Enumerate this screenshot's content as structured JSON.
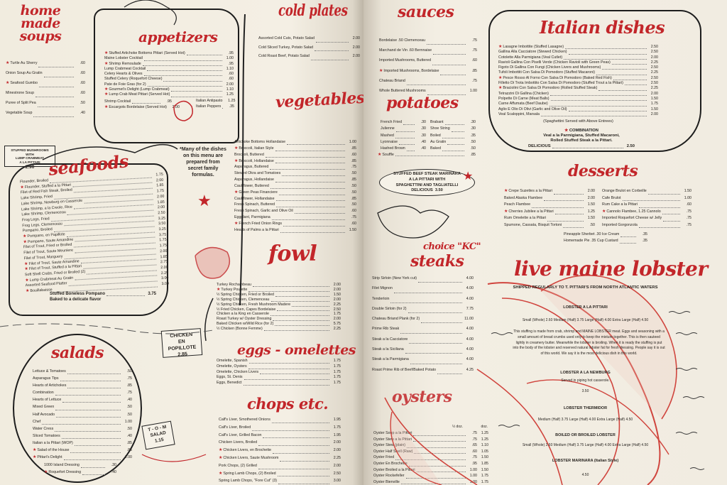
{
  "colors": {
    "accent": "#c2262a",
    "ink": "#2a2622",
    "paper": "#f1ece1"
  },
  "soups": {
    "title": "home made soups",
    "items": [
      {
        "n": "Turtle Au Sherry",
        "p": ".60",
        "s": true
      },
      {
        "n": "Onion Soup Au Gratin",
        "p": ".60"
      },
      {
        "n": "Seafood Gumbo",
        "p": ".60",
        "s": true
      },
      {
        "n": "Minestrone Soup",
        "p": ".60"
      },
      {
        "n": "Puree of Split Pea",
        "p": ".50"
      },
      {
        "n": "Vegetable Soup",
        "p": ".40"
      }
    ]
  },
  "appetizers": {
    "title": "appetizers",
    "items": [
      {
        "n": "Stuffed Artichoke Bottoms Pittari (Served Hot)",
        "p": ".95",
        "s": true
      },
      {
        "n": "Maine Lobster Cocktail",
        "p": "1.00"
      },
      {
        "n": "Shrimp Remoulade",
        "p": ".95",
        "s": true
      },
      {
        "n": "Lump Crabmeat Cocktail",
        "p": "1.10"
      },
      {
        "n": "Celery Hearts & Olives",
        "p": ".60"
      },
      {
        "n": "Stuffed Celery (Roquefort Cheese)",
        "p": ".60"
      },
      {
        "n": "Pate de Foie Gras (for 2)",
        "p": "2.00"
      },
      {
        "n": "Gourmet's Delight (Lump Crabmeat)",
        "p": "1.10",
        "s": true
      },
      {
        "n": "Lump Crab Meat Pittari (Served Hot)",
        "p": "1.25",
        "s": true
      }
    ],
    "extra": [
      {
        "n": "Shrimp Cocktail",
        "p": ".95"
      },
      {
        "n": "Escargots Bordelaise (Served Hot)",
        "p": "2.00",
        "s": true
      }
    ],
    "italian": [
      {
        "n": "Italian Antipasto",
        "p": "1.25"
      },
      {
        "n": "Italian Peppers",
        "p": ".35"
      }
    ]
  },
  "stuffed_mushrooms": {
    "line1": "STUFFED MUSHROOMS WITH",
    "line2": "LUMP CRABMEAT",
    "line3": "A LA PITTARI",
    "price": "2.90"
  },
  "seafoods": {
    "title": "seafoods",
    "items": [
      {
        "n": "Flounder, Broiled",
        "p": "1.75"
      },
      {
        "n": "Flounder, Stuffed a la Pittari",
        "p": "2.00",
        "s": true
      },
      {
        "n": "Filet of Red Fish Steak, Broiled",
        "p": "1.85"
      },
      {
        "n": "Lake Shrimp, Fried",
        "p": "1.75"
      },
      {
        "n": "Lake Shrimp, Newburg en Casserole",
        "p": "2.00"
      },
      {
        "n": "Lake Shrimp, a la Creole, Rice",
        "p": "1.85"
      },
      {
        "n": "Lake Shrimp, Clemenceau",
        "p": "2.00"
      },
      {
        "n": "Frog Legs, Fried",
        "p": "2.50"
      },
      {
        "n": "Frog Legs, Clemenceau",
        "p": "3.25"
      },
      {
        "n": "Pompano, Broiled",
        "p": "3.50"
      },
      {
        "n": "Pompano, en Papillote",
        "p": "3.25",
        "s": true
      },
      {
        "n": "Pompano, Saute Amandine",
        "p": "3.75",
        "s": true
      },
      {
        "n": "Filet of Trout, Fried or Broiled",
        "p": "1.75"
      },
      {
        "n": "Filet of Trout, Saute Meuniere",
        "p": "1.75"
      },
      {
        "n": "Filet of Trout, Marguery",
        "p": "2.00"
      },
      {
        "n": "Filet of Trout, Saute Amandine",
        "p": "1.85",
        "s": true
      },
      {
        "n": "Filet of Trout, Stuffed a la Pittari",
        "p": "2.75",
        "s": true
      },
      {
        "n": "Soft Shell Crabs, Fried or Broiled (2)",
        "p": "2.00"
      },
      {
        "n": "Lump Crabmeat Au Gratin",
        "p": "2.25",
        "s": true
      },
      {
        "n": "Assorted Seafood Platter",
        "p": "3.00"
      },
      {
        "n": "Bouillabaisse",
        "p": "3.00",
        "s": true
      }
    ]
  },
  "pompano_special": {
    "line1": "Stuffed Boneless Pompano",
    "line2": "Baked to a delicate flavor",
    "price": "3.75"
  },
  "note": "*Many of the dishes on this menu are prepared from secret family formulas.",
  "salads": {
    "title": "salads",
    "items": [
      {
        "n": "Lettuce & Tomatoes",
        "p": ".50"
      },
      {
        "n": "Asparagus Tips",
        "p": ".75"
      },
      {
        "n": "Hearts of Artichokes",
        "p": ".85"
      },
      {
        "n": "Combination",
        "p": ".75"
      },
      {
        "n": "Hearts of Lettuce",
        "p": ".40"
      },
      {
        "n": "Mixed Green",
        "p": ".50"
      },
      {
        "n": "Half Avocado",
        "p": ".50"
      },
      {
        "n": "Chef",
        "p": "1.00"
      },
      {
        "n": "Water Cress",
        "p": ".50"
      },
      {
        "n": "Sliced Tomatoes",
        "p": ".40"
      },
      {
        "n": "Italian a la Pittari (WOP)",
        "p": ".85"
      },
      {
        "n": "Salad of the House",
        "p": ".85",
        "s": true
      },
      {
        "n": "Pittari's Delight",
        "p": "1.00",
        "s": true
      }
    ],
    "dressings": [
      {
        "n": "1000 Island Dressing",
        "p": ".30"
      },
      {
        "n": "Roquefort Dressing",
        "p": ".40",
        "s": true
      }
    ]
  },
  "chicken_popillote": {
    "line1": "CHICKEN",
    "line2": "EN POPILLOTE",
    "price": "2.85"
  },
  "tom_salad": {
    "line1": "T - O - M",
    "line2": "SALAD",
    "price": "1.15"
  },
  "cold_plates": {
    "title": "cold plates",
    "items": [
      {
        "n": "Assorted Cold Cuts, Potato Salad",
        "p": "2.00"
      },
      {
        "n": "Cold Sliced Turkey, Potato Salad",
        "p": "2.00"
      },
      {
        "n": "Cold Roast Beef, Potato Salad",
        "p": "2.00"
      }
    ]
  },
  "vegetables": {
    "title": "vegetables",
    "items": [
      {
        "n": "Artichoke Bottoms Hollandaise",
        "p": "1.00"
      },
      {
        "n": "Broccoli, Italian Style",
        "p": ".85",
        "s": true
      },
      {
        "n": "Broccoli, Buttered",
        "p": ".60"
      },
      {
        "n": "Broccoli, Hollandaise",
        "p": ".85",
        "s": true
      },
      {
        "n": "Asparagus, Buttered",
        "p": ".75"
      },
      {
        "n": "Stewed Okra and Tomatoes",
        "p": ".50"
      },
      {
        "n": "Asparagus, Hollandaise",
        "p": ".85"
      },
      {
        "n": "Cauliflower, Buttered",
        "p": ".50"
      },
      {
        "n": "Green Peas Financiere",
        "p": ".50",
        "s": true
      },
      {
        "n": "Cauliflower, Hollandaise",
        "p": ".85"
      },
      {
        "n": "Fresh Spinach, Buttered",
        "p": ".50"
      },
      {
        "n": "Fresh Spinach, Garlic and Olive Oil",
        "p": ".60"
      },
      {
        "n": "Eggplant, Parmigiana",
        "p": ".75"
      },
      {
        "n": "French Fried Onion Rings",
        "p": ".60",
        "s": true
      },
      {
        "n": "Hearts of Palms a la Pittari",
        "p": "1.50"
      }
    ]
  },
  "fowl": {
    "title": "fowl",
    "items": [
      {
        "n": "Turkey Rochambeau",
        "p": "2.00"
      },
      {
        "n": "Turkey Poulette",
        "p": "2.00",
        "s": true
      },
      {
        "n": "½ Spring Chicken, Fried or Broiled",
        "p": "1.50"
      },
      {
        "n": "½ Spring Chicken, Clemenceau",
        "p": "2.00"
      },
      {
        "n": "½ Spring Chicken, Fresh Mushroom Madere",
        "p": "2.25"
      },
      {
        "n": "½ Fried Chicken, Capes Bordelaise",
        "p": "2.50"
      },
      {
        "n": "Chicken a la King en Casserole",
        "p": "1.75"
      },
      {
        "n": "Roast Turkey w/ Oyster Dressing",
        "p": "2.00"
      },
      {
        "n": "Baked Chicken w/Wild Rice (for 2)",
        "p": "5.75"
      },
      {
        "n": "½ Chicken (Bonne Femme)",
        "p": "2.25"
      }
    ]
  },
  "eggs": {
    "title": "eggs - omelettes",
    "items": [
      {
        "n": "Omelette, Spanish",
        "p": "1.75"
      },
      {
        "n": "Omelette, Oysters",
        "p": "1.75"
      },
      {
        "n": "Omelette, Chicken Livers",
        "p": "1.75"
      },
      {
        "n": "Eggs, St. Denis",
        "p": "1.75"
      },
      {
        "n": "Eggs, Benedict",
        "p": "1.75"
      }
    ]
  },
  "chops": {
    "title": "chops etc.",
    "items": [
      {
        "n": "Calf's Liver, Smothered Onions",
        "p": "1.95"
      },
      {
        "n": "Calf's Liver, Broiled",
        "p": "1.75"
      },
      {
        "n": "Calf's Liver, Grilled Bacon",
        "p": "1.95"
      },
      {
        "n": "Chicken Livers, Broiled",
        "p": "2.00"
      },
      {
        "n": "Chicken Livers, en Brochette",
        "p": "2.00",
        "s": true
      },
      {
        "n": "Chicken Livers, Saute Mushroom",
        "p": "2.25",
        "s": true
      },
      {
        "n": "Pork Chops, (2) Grilled",
        "p": "2.00"
      },
      {
        "n": "Spring Lamb Chops, (2) Broiled",
        "p": "2.50",
        "s": true
      },
      {
        "n": "Spring Lamb Chops, \"Fore Cut\" (3)",
        "p": "3.00"
      }
    ]
  },
  "sauces": {
    "title": "sauces",
    "items": [
      {
        "n": "Bordelaise .50   Clemenceau",
        "p": ".75"
      },
      {
        "n": "Marchand de Vin .60   Bernnaise",
        "p": ".75"
      },
      {
        "n": "Imported Mushrooms, Buttered",
        "p": ".60"
      },
      {
        "n": "Imported Mushrooms, Bordelaise",
        "p": ".85",
        "s": true
      },
      {
        "n": "Chateau Briand",
        "p": ".75"
      },
      {
        "n": "Whole Buttered Mushrooms",
        "p": "1.00"
      }
    ]
  },
  "potatoes": {
    "title": "potatoes",
    "left": [
      {
        "n": "French Fried",
        "p": ".30"
      },
      {
        "n": "Julienne",
        "p": ".30"
      },
      {
        "n": "Mashed",
        "p": ".30"
      },
      {
        "n": "Lyonnaise",
        "p": ".40"
      },
      {
        "n": "Hashed Brown",
        "p": ".40"
      }
    ],
    "right": [
      {
        "n": "Brabant",
        "p": ".30"
      },
      {
        "n": "Shoe String",
        "p": ".30"
      },
      {
        "n": "Boiled",
        "p": ".35"
      },
      {
        "n": "Au Gratin",
        "p": ".50"
      },
      {
        "n": "Baked",
        "p": ".50"
      }
    ],
    "souffle": {
      "n": "Souffle",
      "p": ".85",
      "s": true
    }
  },
  "beef_steak_special": {
    "line1": "STUFFED BEEF STEAK MARINARA",
    "line2": "A LA PITTARI WITH",
    "line3": "SPAGHETTINI AND TAGLIATELLI",
    "line4": "DELICIOUS",
    "price": "3.50"
  },
  "steaks": {
    "pretitle": "choice \"KC\"",
    "title": "steaks",
    "items": [
      {
        "n": "Strip Sirloin (New York cut)",
        "p": "4.00"
      },
      {
        "n": "Filet Mignon",
        "p": "4.00"
      },
      {
        "n": "Tenderloin",
        "p": "4.00"
      },
      {
        "n": "Double Sirloin (for 2)",
        "p": "7.75"
      },
      {
        "n": "Chateau Briand Plank (for 2)",
        "p": "11.00"
      },
      {
        "n": "Prime Rib Steak",
        "p": "4.00"
      },
      {
        "n": "Steak a la Cacciatore",
        "p": "4.00"
      },
      {
        "n": "Steak a la Siciliana",
        "p": "4.00"
      },
      {
        "n": "Steak a la Parmigiana",
        "p": "4.00"
      },
      {
        "n": "Roast Prime Rib of Beef/Baked Potato",
        "p": "4.25"
      }
    ]
  },
  "oysters": {
    "title": "oysters",
    "col_half": "½ doz.",
    "col_doz": "doz.",
    "items": [
      {
        "n": "Oyster Soup a la Pittari",
        "p": ".75",
        "p2": "1.25"
      },
      {
        "n": "Oyster Stew a la Pittari",
        "p": ".75",
        "p2": "1.25"
      },
      {
        "n": "Oyster Stew (plain)",
        "p": ".65",
        "p2": "1.10"
      },
      {
        "n": "Oyster Half Shell (Raw)",
        "p": ".60",
        "p2": "1.05"
      },
      {
        "n": "Oyster Fried",
        "p": ".75",
        "p2": "1.50"
      },
      {
        "n": "Oyster En Brochette",
        "p": ".95",
        "p2": "1.85"
      },
      {
        "n": "Oyster Broiled a la Pittari",
        "p": "1.00",
        "p2": "1.50"
      },
      {
        "n": "Oyster Rockefeller",
        "p": "1.00",
        "p2": "1.75"
      },
      {
        "n": "Oyster Bienville",
        "p": "1.00",
        "p2": "1.75"
      }
    ]
  },
  "italian": {
    "title": "Italian dishes",
    "items": [
      {
        "n": "Lasagne Imbottite (Stuffed Lasagne)",
        "p": "2.50",
        "s": true
      },
      {
        "n": "Gallina Alla Cacciatore (Stewed Chicken)",
        "p": "2.50"
      },
      {
        "n": "Cotolette Alla Parmigiana (Veal Cutlet)",
        "p": "2.00"
      },
      {
        "n": "Ravioli Gallina Con Piselli Verde (Chicken Ravioli with Green Peas)",
        "p": "2.25"
      },
      {
        "n": "Figoto Di Gallina Con Fungi (Chicken Livers and Mushrooms)",
        "p": "2.50"
      },
      {
        "n": "Tufoli Imbottiti Con Salsa Di Pomodoro (Stuffed Macaroni)",
        "p": "2.25"
      },
      {
        "n": "Pesce Rosso Al Forno Con Salsa Di Pomodoro (Baked Red Fish)",
        "p": "2.50",
        "s": true
      },
      {
        "n": "Filletto Di Trota Imbottito Con Salsa Di Pomodoro (Stuffed Trout a la Pittari)",
        "p": "2.50"
      },
      {
        "n": "Braciolini Con Salsa Di Pomodoro (Rolled Stuffed Steak)",
        "p": "2.25",
        "s": true
      },
      {
        "n": "Tetrazzini Di Gallina (Chicken)",
        "p": "2.00"
      },
      {
        "n": "Polpette Di Carne (Meat Balls)",
        "p": "1.50"
      },
      {
        "n": "Carne Affumata (Beef Daube)",
        "p": "1.75"
      },
      {
        "n": "Aglio E Olio Di Olivi (Garlic and Olive Oil)",
        "p": "1.50"
      },
      {
        "n": "Veal Scaloppini, Marsala",
        "p": "2.00"
      }
    ],
    "note": "(Spaghettini Served with Above Entrees)",
    "combination": {
      "title": "COMBINATION",
      "line1": "Veal a la Parmigiana, Stuffed Macaroni,",
      "line2": "Rolled Stuffed Steak a la Pittari.",
      "label": "DELICIOUS",
      "price": "2.50"
    }
  },
  "desserts": {
    "title": "desserts",
    "left": [
      {
        "n": "Crepe Suzettes a la Pittari",
        "p": "2.00",
        "s": true
      },
      {
        "n": "Baked Alaska Flambee",
        "p": "2.00"
      },
      {
        "n": "Peach Flambee",
        "p": "1.50"
      },
      {
        "n": "Cherries Jubilee a la Pittari",
        "p": "1.25",
        "s": true
      },
      {
        "n": "Rum Omelette a la Pittari",
        "p": "1.50"
      },
      {
        "n": "Spumone, Cassata, Bisquit Tortoni",
        "p": ".50"
      }
    ],
    "right": [
      {
        "n": "Orange Brulot en Corbeille",
        "p": "1.50"
      },
      {
        "n": "Cafe Brulot",
        "p": "1.00"
      },
      {
        "n": "Rum Cake a la Pittari",
        "p": ".60"
      },
      {
        "n": "Cannolo Flambee, 1.25   Cannolo",
        "p": ".75",
        "s": true
      },
      {
        "n": "Imported Roquefort Cheese w/ Jelly",
        "p": ".75"
      },
      {
        "n": "Imported Gorgonzola",
        "p": ".75"
      }
    ],
    "small": [
      {
        "n": "Pineapple Sherbet .30   Ice Cream",
        "p": ".35"
      },
      {
        "n": "Homemade Pie .35   Cup Custard",
        "p": ".35"
      }
    ]
  },
  "lobster": {
    "title": "live maine lobster",
    "subtitle": "SHIPPED REGULARLY TO T. PITTARI'S FROM NORTH ATLANTIC WATERS",
    "pittari": {
      "name": "LOBSTER A LA PITTARI",
      "sizes": "Small (Whole) 2.60   Medium (Half) 3.75   Large (Half) 4.00   Extra Large (Half) 4.50",
      "desc": "This stuffing is made from crab, shrimp and MAINE LOBSTER meat. Eggs and seasoning with a small amount of bread crumbs used only to keep the mixture together. This is then sauteed lightly in creamery butter. Meanwhile the lobster is broiling. When it is ready the stuffing is put into the body of the lobster and reserved natural lobster fat for fresh dressing. People say it is out of this world. We say it is the most delicious dish in this world."
    },
    "newburg": {
      "name": "LOBSTER A LA NEWBURG",
      "desc": "Served in piping hot casserole.",
      "price": "3.50"
    },
    "thermidor": {
      "name": "LOBSTER THERMIDOR",
      "sizes": "Medium (Half) 3.75   Large (Half) 4.00   Extra Large (Half) 4.50"
    },
    "boiled": {
      "name": "BOILED OR BROILED LOBSTER",
      "sizes": "Small (Whole) 2.60   Medium (Half) 3.75   Large (Half) 4.00   Extra Large (Half) 4.50"
    },
    "marinara": {
      "name": "LOBSTER MARINARA (Italian Style)",
      "price": "4.50"
    }
  }
}
